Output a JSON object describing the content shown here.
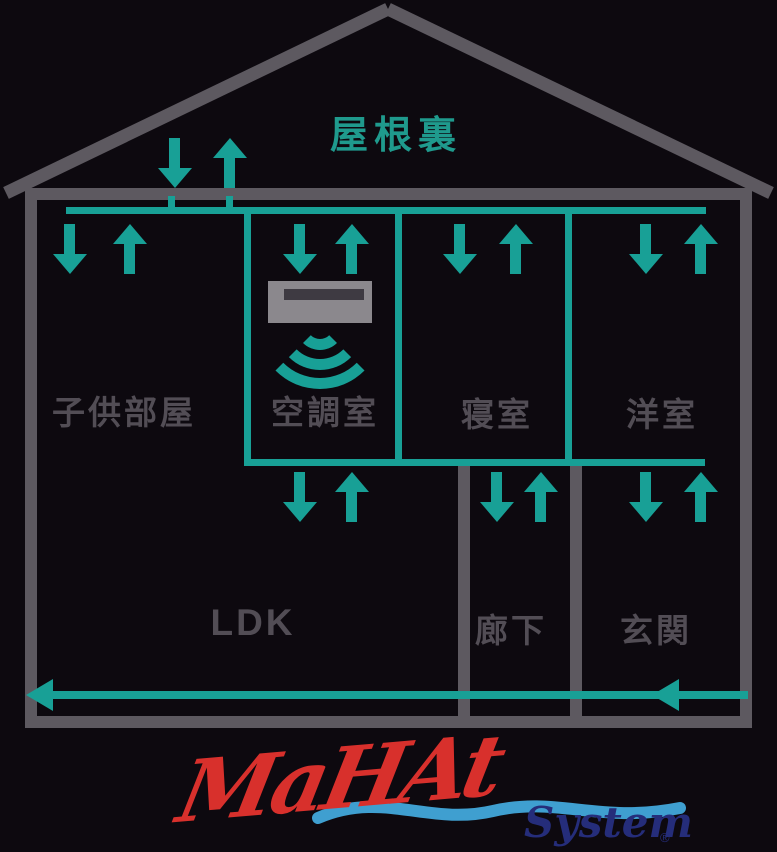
{
  "palette": {
    "teal": "#18a096",
    "gray": "#5d5960",
    "label": "#524d55",
    "bg": "#0d090f",
    "attic": "#1f9a8d",
    "logo_red": "#d8302c",
    "logo_wave": "#3f9fd0",
    "logo_navy": "#252d7a",
    "unit_body": "#8b888d",
    "unit_slot": "#3e3a42"
  },
  "attic": {
    "label": "屋根裏"
  },
  "floor2": {
    "rooms": [
      {
        "label": "子供部屋"
      },
      {
        "label": "空調室"
      },
      {
        "label": "寝室"
      },
      {
        "label": "洋室"
      }
    ]
  },
  "floor1": {
    "rooms": [
      {
        "label": "LDK"
      },
      {
        "label": "廊下"
      },
      {
        "label": "玄関"
      }
    ]
  },
  "icons": {
    "air_unit": "air-handling-unit",
    "blow_arcs": "air-blow-arcs",
    "supply_arrow": "down-arrow",
    "return_arrow": "up-arrow",
    "floor_flow_arrow": "left-arrow"
  },
  "logo": {
    "brand": "MaHAt",
    "product": "System",
    "registered": "®"
  }
}
